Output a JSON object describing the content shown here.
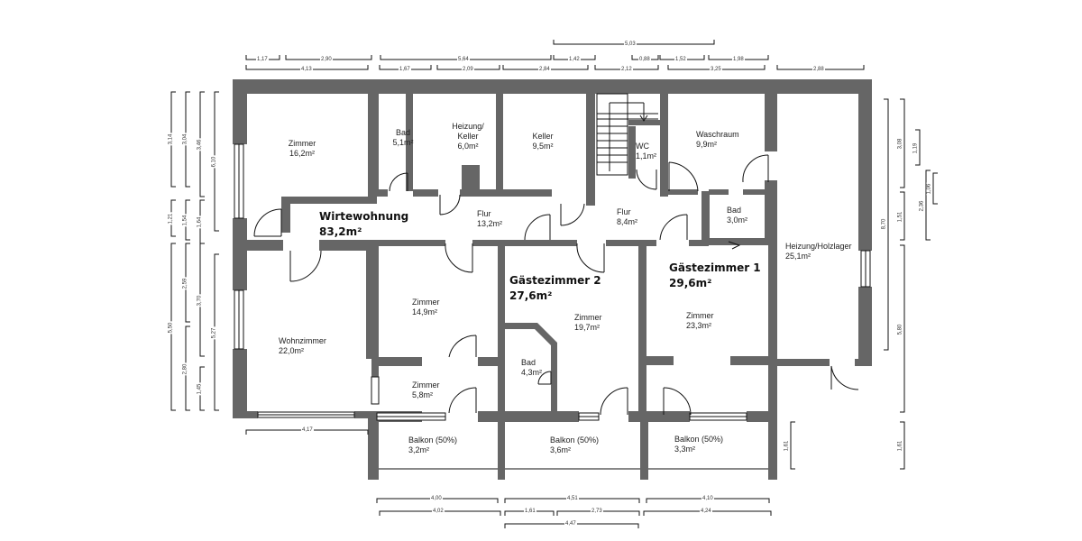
{
  "plan": {
    "colors": {
      "wall": "#666666",
      "line": "#111111",
      "background": "#ffffff"
    },
    "units": [
      {
        "name": "Wirtewohnung",
        "area": "83,2m²"
      },
      {
        "name": "Gästezimmer 2",
        "area": "27,6m²"
      },
      {
        "name": "Gästezimmer 1",
        "area": "29,6m²"
      }
    ],
    "rooms": [
      {
        "name": "Zimmer",
        "area": "16,2m²"
      },
      {
        "name": "Bad",
        "area": "5,1m²"
      },
      {
        "name": "Heizung/\nKeller",
        "area": "6,0m²"
      },
      {
        "name": "Keller",
        "area": "9,5m²"
      },
      {
        "name": "WC",
        "area": "1,1m²"
      },
      {
        "name": "Waschraum",
        "area": "9,9m²"
      },
      {
        "name": "Flur",
        "area": "13,2m²"
      },
      {
        "name": "Flur",
        "area": "8,4m²"
      },
      {
        "name": "Bad",
        "area": "3,0m²"
      },
      {
        "name": "Heizung/Holzlager",
        "area": "25,1m²"
      },
      {
        "name": "Wohnzimmer",
        "area": "22,0m²"
      },
      {
        "name": "Zimmer",
        "area": "14,9m²"
      },
      {
        "name": "Zimmer",
        "area": "5,8m²"
      },
      {
        "name": "Zimmer",
        "area": "19,7m²"
      },
      {
        "name": "Bad",
        "area": "4,3m²"
      },
      {
        "name": "Zimmer",
        "area": "23,3m²"
      },
      {
        "name": "Balkon (50%)",
        "area": "3,2m²"
      },
      {
        "name": "Balkon (50%)",
        "area": "3,6m²"
      },
      {
        "name": "Balkon (50%)",
        "area": "3,3m²"
      }
    ],
    "dimensions": {
      "top": [
        "5,03",
        "1,17",
        "2,90",
        "5,64",
        "1,42",
        "0,88",
        "1,52",
        "1,98",
        "4,13",
        "1,67",
        "2,09",
        "2,84",
        "2,12",
        "3,25",
        "2,88"
      ],
      "left": [
        "3,14",
        "3,04",
        "3,46",
        "6,10",
        "1,21",
        "1,54",
        "1,64",
        "2,59",
        "3,70",
        "5,50",
        "5,27",
        "2,80",
        "1,45"
      ],
      "right": [
        "3,08",
        "1,19",
        "1,06",
        "2,36",
        "1,51",
        "8,70",
        "5,80",
        "1,61",
        "1,61"
      ],
      "bottom": [
        "4,17",
        "4,00",
        "4,51",
        "4,10",
        "4,02",
        "1,61",
        "2,73",
        "4,24",
        "4,47"
      ]
    }
  }
}
